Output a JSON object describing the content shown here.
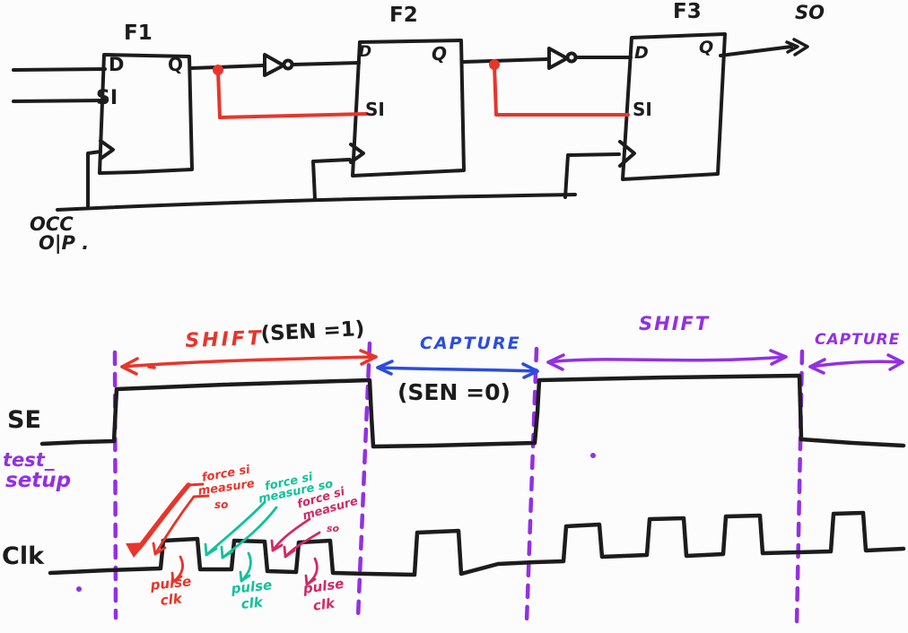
{
  "colors": {
    "ink": "#1c1c1c",
    "red": "#e8352b",
    "blue": "#2b4ce0",
    "purple": "#9330e3",
    "teal": "#12c19c",
    "crimson": "#d02a67"
  },
  "circuit": {
    "flipflops": [
      {
        "name": "F1",
        "d_label": "D",
        "si_label": "SI",
        "q_label": "Q"
      },
      {
        "name": "F2",
        "d_label": "D",
        "si_label": "SI",
        "q_label": "Q"
      },
      {
        "name": "F3",
        "d_label": "D",
        "si_label": "SI",
        "q_label": "Q"
      }
    ],
    "scan_out_label": "SO",
    "clock_source_line1": "OCC",
    "clock_source_line2": "O|P ."
  },
  "timing": {
    "shift1_label": "SHIFT",
    "shift1_sublabel": "(SEN =1)",
    "capture1_label": "CAPTURE",
    "capture1_sublabel": "(SEN =0)",
    "shift2_label": "SHIFT",
    "capture2_label": "CAPTURE",
    "se_label": "SE",
    "clk_label": "Clk",
    "note_line1": "test_",
    "note_line2": "setup",
    "annotations": [
      {
        "color": "#e8352b",
        "line1": "force si",
        "line2": "measure",
        "line3": "so",
        "pulse_line1": "pulse",
        "pulse_line2": "clk"
      },
      {
        "color": "#12c19c",
        "line1": "force si",
        "line2": "measure so",
        "pulse_line1": "pulse",
        "pulse_line2": "clk"
      },
      {
        "color": "#d02a67",
        "line1": "force si",
        "line2": "measure",
        "line3": "so",
        "pulse_line1": "pulse",
        "pulse_line2": "clk"
      }
    ]
  }
}
